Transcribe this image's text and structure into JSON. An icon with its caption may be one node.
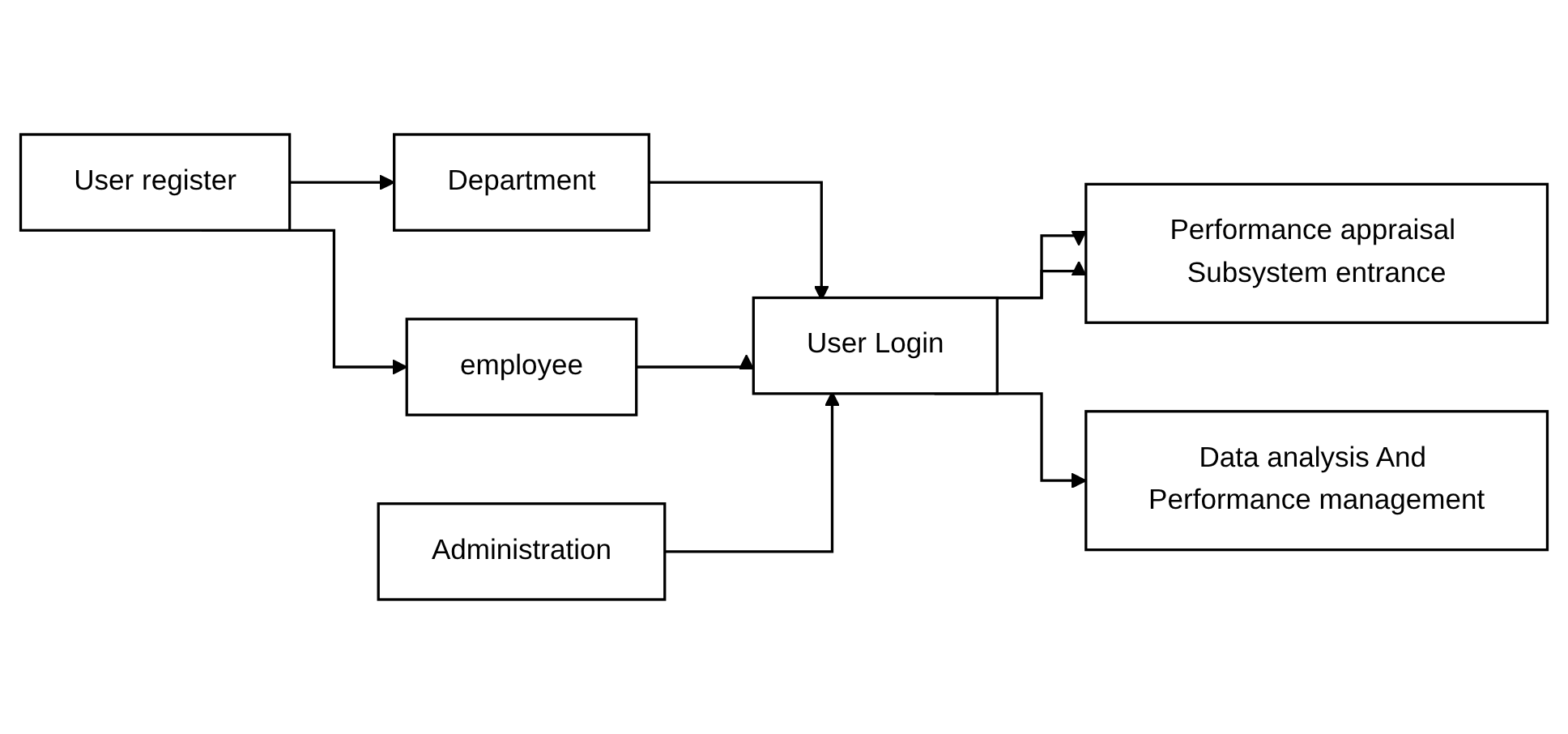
{
  "diagram": {
    "nodes": [
      {
        "text": [
          "User register"
        ]
      },
      {
        "text": [
          "Department"
        ]
      },
      {
        "text": [
          "employee"
        ]
      },
      {
        "text": [
          "User Login"
        ]
      },
      {
        "text": [
          "Performance appraisal Subsystem entrance"
        ]
      },
      {
        "text": [
          "Data analysis And Performance management"
        ]
      },
      {
        "text": [
          "Administration"
        ]
      }
    ],
    "edges": [
      {
        "from": 0,
        "to": 1,
        "arrow": "to"
      },
      {
        "from": 0,
        "to": 2,
        "arrow": "to"
      },
      {
        "from": 1,
        "to": 3,
        "arrow": "to"
      },
      {
        "from": 2,
        "to": 3,
        "arrow": "to"
      },
      {
        "from": 6,
        "to": 3,
        "arrow": "to"
      },
      {
        "from": 3,
        "to": 4,
        "arrow": "to"
      },
      {
        "from": 3,
        "to": 4,
        "arrow": "to"
      },
      {
        "from": 3,
        "to": 5,
        "arrow": "to"
      }
    ]
  }
}
